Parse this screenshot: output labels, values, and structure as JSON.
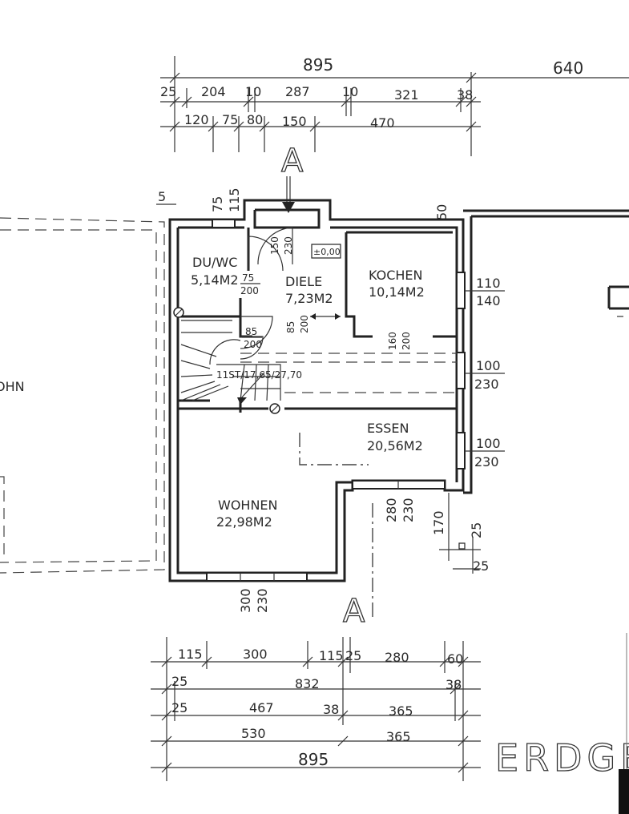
{
  "title": "ERDGE",
  "section_marker": "A",
  "top_dims": {
    "row1": [
      "895",
      "640"
    ],
    "row2": [
      "25",
      "204",
      "10",
      "287",
      "10",
      "321",
      "38"
    ],
    "row3": [
      "120",
      "75",
      "80",
      "150",
      "470"
    ]
  },
  "left_dims": [
    "5",
    "75",
    "115"
  ],
  "right_dims": {
    "top": "50",
    "win1": [
      "110",
      "140"
    ],
    "win2": [
      "100",
      "230"
    ],
    "win3": [
      "100",
      "230"
    ],
    "bottom": [
      "170",
      "25",
      "25"
    ]
  },
  "rooms": [
    {
      "id": "duwc",
      "name": "DU/WC",
      "area": "5,14M2"
    },
    {
      "id": "diele",
      "name": "DIELE",
      "area": "7,23M2"
    },
    {
      "id": "kochen",
      "name": "KOCHEN",
      "area": "10,14M2"
    },
    {
      "id": "essen",
      "name": "ESSEN",
      "area": "20,56M2"
    },
    {
      "id": "wohnen",
      "name": "WOHNEN",
      "area": "22,98M2"
    },
    {
      "id": "neighbor",
      "name": "OHN",
      "area": ""
    }
  ],
  "openings": {
    "entrance": [
      "150",
      "230"
    ],
    "level": "±0,00",
    "duwc_door": [
      "75",
      "200"
    ],
    "stair_door": [
      "85",
      "200"
    ],
    "diele_kochen": [
      "85",
      "200"
    ],
    "kochen_door": [
      "160",
      "200"
    ],
    "stair": "11ST/17,65/27,70",
    "essen_door": [
      "280",
      "230"
    ],
    "wohnen_window": [
      "300",
      "230"
    ]
  },
  "bottom_dims": {
    "row1": [
      "115",
      "300",
      "115",
      "25",
      "280",
      "60"
    ],
    "row2": [
      "25",
      "832",
      "38"
    ],
    "row3": [
      "25",
      "467",
      "38",
      "365"
    ],
    "row4": [
      "530",
      "365"
    ],
    "row5": [
      "895"
    ]
  }
}
